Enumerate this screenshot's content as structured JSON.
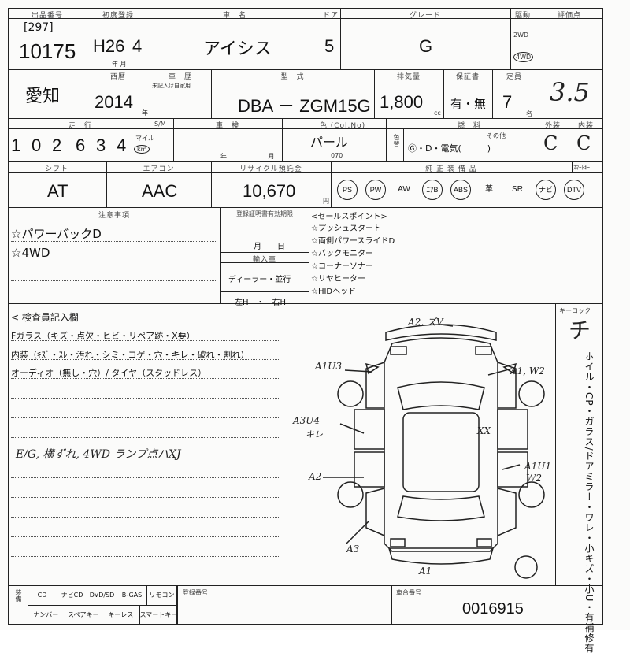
{
  "header": {
    "lot_label": "出品番号",
    "year_label": "初度登録",
    "name_label": "車　名",
    "doors_label": "ドア",
    "grade_label": "グレード",
    "drive_label": "駆動",
    "score_label": "評価点",
    "lot_sub": "[297]",
    "lot_number": "10175",
    "reg_era": "H26",
    "reg_month": "4",
    "reg_unit": "年 月",
    "car_name": "アイシス",
    "doors": "5",
    "grade": "G",
    "drive_2wd": "2WD",
    "drive_4wd": "4WD"
  },
  "row2": {
    "location": "愛知",
    "seireki_label": "西暦",
    "history_label": "車　歴",
    "history_sub": "未記入は自家用",
    "model_label": "型　式",
    "displacement_label": "排気量",
    "warranty_label": "保証書",
    "capacity_label": "定員",
    "year": "2014",
    "year_unit": "年",
    "model_code": "DBA － ZGM15G",
    "displacement": "1,800",
    "displacement_unit": "cc",
    "warranty": "有・無",
    "capacity": "7",
    "capacity_unit": "名",
    "score": "3.5"
  },
  "row3": {
    "mileage_label": "走　行",
    "mileage_sub": "S/M",
    "shaken_label": "車　検",
    "color_label": "色 (Col.No)",
    "fuel_label": "燃　料",
    "exterior_label": "外装",
    "interior_label": "内装",
    "mileage_digits": [
      "1",
      "0",
      "2",
      "6",
      "3",
      "4"
    ],
    "mile_unit": "マイル",
    "km_unit": "km",
    "shaken_unit": "年 月",
    "color": "パール",
    "color_no": "070",
    "color_change": "色替",
    "fuel": "Ⓖ・D・電気(　　　)",
    "fuel_other": "その他",
    "exterior": "C",
    "interior": "C"
  },
  "row4": {
    "shift_label": "シフト",
    "ac_label": "エアコン",
    "recycle_label": "リサイクル預託金",
    "equipment_label": "純 正 装 備 品",
    "key_label": "ｽﾏｰﾄｷｰ",
    "shift": "AT",
    "ac": "AAC",
    "recycle": "10,670",
    "yen": "円",
    "equipment": [
      {
        "label": "PS",
        "circled": true
      },
      {
        "label": "PW",
        "circled": true
      },
      {
        "label": "AW",
        "circled": false
      },
      {
        "label": "ｴｱB",
        "circled": true
      },
      {
        "label": "ABS",
        "circled": true
      },
      {
        "label": "革",
        "circled": false
      },
      {
        "label": "SR",
        "circled": false
      },
      {
        "label": "ナビ",
        "circled": true
      },
      {
        "label": "DTV",
        "circled": true
      }
    ]
  },
  "notes": {
    "notes_label": "注意事項",
    "note1": "☆パワーバックD",
    "note2": "☆4WD",
    "registration_label": "登録証明書有効期限",
    "reg_month_day": "月　　日",
    "import_label": "輸入車",
    "import_type": "ディーラー・並行",
    "steering": "左H　・　右H",
    "sales_label": "<セールスポイント>",
    "sales_points": [
      "☆プッシュスタート",
      "☆両側パワースライドD",
      "☆バックモニター",
      "☆コーナーソナー",
      "☆リヤヒーター",
      "☆HIDヘッド"
    ]
  },
  "inspector": {
    "title": "< 検査員記入欄",
    "line1": "Fガラス（キズ・点欠・ヒビ・リペア跡・X要）",
    "line2": "内装（ｷｽﾞ・ｽﾚ・汚れ・シミ・コゲ・穴・キレ・破れ・割れ）",
    "line3": "オーディオ（無し・穴）/ タイヤ（スタッドレス）",
    "handwritten": "E/G, 横ずれ, 4WD ランプ点ハXJ"
  },
  "diagram": {
    "annotations": [
      "A2, ズV",
      "A1U3",
      "A1, W2",
      "A3U4",
      "キレ",
      "XX",
      "A1U1",
      "W2",
      "A2",
      "A3",
      "A1"
    ]
  },
  "side_panel": {
    "keylock_label": "キーロック",
    "keylock_mark": "チ",
    "vertical_text": "ホイル・CP・ガラス/ドアミラー・ワレ・小キズ・小U・有補修有"
  },
  "footer": {
    "label_col": "装備",
    "items_top": [
      "CD",
      "ナビCD",
      "DVD/SD",
      "B-GAS",
      "リモコン"
    ],
    "items_bottom": [
      "ナンバー",
      "スペアキー",
      "キーレス",
      "スマートキー"
    ],
    "reg_number_label": "登録番号",
    "chassis_label": "車台番号",
    "chassis_number": "0016915"
  }
}
